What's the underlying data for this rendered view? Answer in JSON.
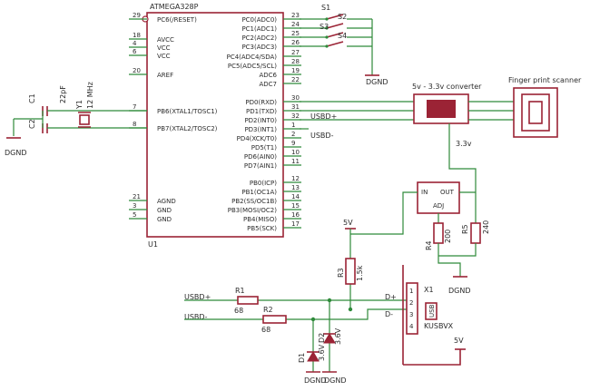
{
  "mcu": {
    "part": "ATMEGA328P",
    "ref": "U1",
    "left_pins": [
      {
        "num": "29",
        "name": "PC6(/RESET)"
      },
      {
        "num": "18",
        "name": "AVCC"
      },
      {
        "num": "4",
        "name": "VCC"
      },
      {
        "num": "6",
        "name": "VCC"
      },
      {
        "num": "20",
        "name": "AREF"
      },
      {
        "num": "7",
        "name": "PB6(XTAL1/TOSC1)"
      },
      {
        "num": "8",
        "name": "PB7(XTAL2/TOSC2)"
      },
      {
        "num": "21",
        "name": "AGND"
      },
      {
        "num": "3",
        "name": "GND"
      },
      {
        "num": "5",
        "name": "GND"
      }
    ],
    "right_pins": [
      {
        "num": "23",
        "name": "PC0(ADC0)"
      },
      {
        "num": "24",
        "name": "PC1(ADC1)"
      },
      {
        "num": "25",
        "name": "PC2(ADC2)"
      },
      {
        "num": "26",
        "name": "PC3(ADC3)"
      },
      {
        "num": "27",
        "name": "PC4(ADC4/SDA)"
      },
      {
        "num": "28",
        "name": "PC5(ADC5/SCL)"
      },
      {
        "num": "19",
        "name": "ADC6"
      },
      {
        "num": "22",
        "name": "ADC7"
      },
      {
        "num": "30",
        "name": "PD0(RXD)"
      },
      {
        "num": "31",
        "name": "PD1(TXD)"
      },
      {
        "num": "32",
        "name": "PD2(INT0)"
      },
      {
        "num": "1",
        "name": "PD3(INT1)"
      },
      {
        "num": "2",
        "name": "PD4(XCK/T0)"
      },
      {
        "num": "9",
        "name": "PD5(T1)"
      },
      {
        "num": "10",
        "name": "PD6(AIN0)"
      },
      {
        "num": "11",
        "name": "PD7(AIN1)"
      },
      {
        "num": "12",
        "name": "PB0(ICP)"
      },
      {
        "num": "13",
        "name": "PB1(OC1A)"
      },
      {
        "num": "14",
        "name": "PB2(SS/OC1B)"
      },
      {
        "num": "15",
        "name": "PB3(MOSI/OC2)"
      },
      {
        "num": "16",
        "name": "PB4(MISO)"
      },
      {
        "num": "17",
        "name": "PB5(SCK)"
      }
    ]
  },
  "switches": [
    "S1",
    "S2",
    "S3",
    "S4"
  ],
  "crystal": {
    "c1": "C1",
    "c2": "C2",
    "cap_value": "22pF",
    "y1": "Y1",
    "freq": "12 MHz"
  },
  "ground": "DGND",
  "converter_label": "5v - 3.3v converter",
  "scanner_label": "Finger print scanner",
  "net_3v3": "3.3v",
  "net_usbdp": "USBD+",
  "net_usbdm": "USBD-",
  "regulator": {
    "in": "IN",
    "out": "OUT",
    "adj": "ADJ"
  },
  "r5": {
    "ref": "R5",
    "value": "240"
  },
  "r4": {
    "ref": "R4",
    "value": "200"
  },
  "r3": {
    "ref": "R3",
    "value": "1.5k"
  },
  "r1": {
    "ref": "R1",
    "value": "68"
  },
  "r2": {
    "ref": "R2",
    "value": "68"
  },
  "d1": {
    "ref": "D1",
    "value": "3.6V"
  },
  "d2": {
    "ref": "D2",
    "value": "3.6V"
  },
  "vcc_5v": "5V",
  "vcc_5v_lower": "5V",
  "usb": {
    "ref": "X1",
    "part": "KUSBVX",
    "dp": "D+",
    "dm": "D-",
    "pin1": "1",
    "pin2": "2",
    "pin3": "3",
    "pin4": "4",
    "usb_text": "USB"
  }
}
